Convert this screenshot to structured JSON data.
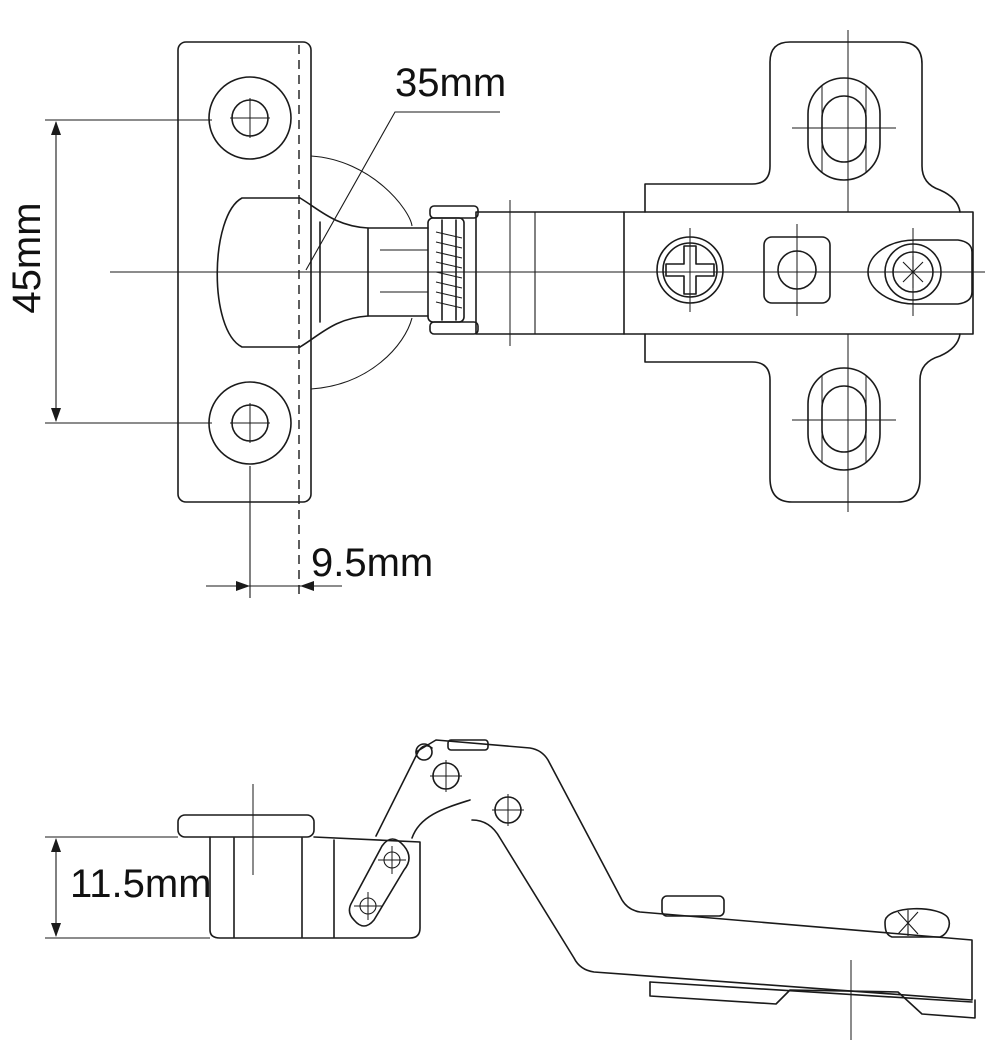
{
  "diagram": {
    "dimensions": {
      "cup_diameter": "35mm",
      "hole_spacing": "45mm",
      "hole_offset": "9.5mm",
      "cup_depth": "11.5mm"
    },
    "colors": {
      "line": "#1a1a1a",
      "background": "#ffffff"
    }
  }
}
